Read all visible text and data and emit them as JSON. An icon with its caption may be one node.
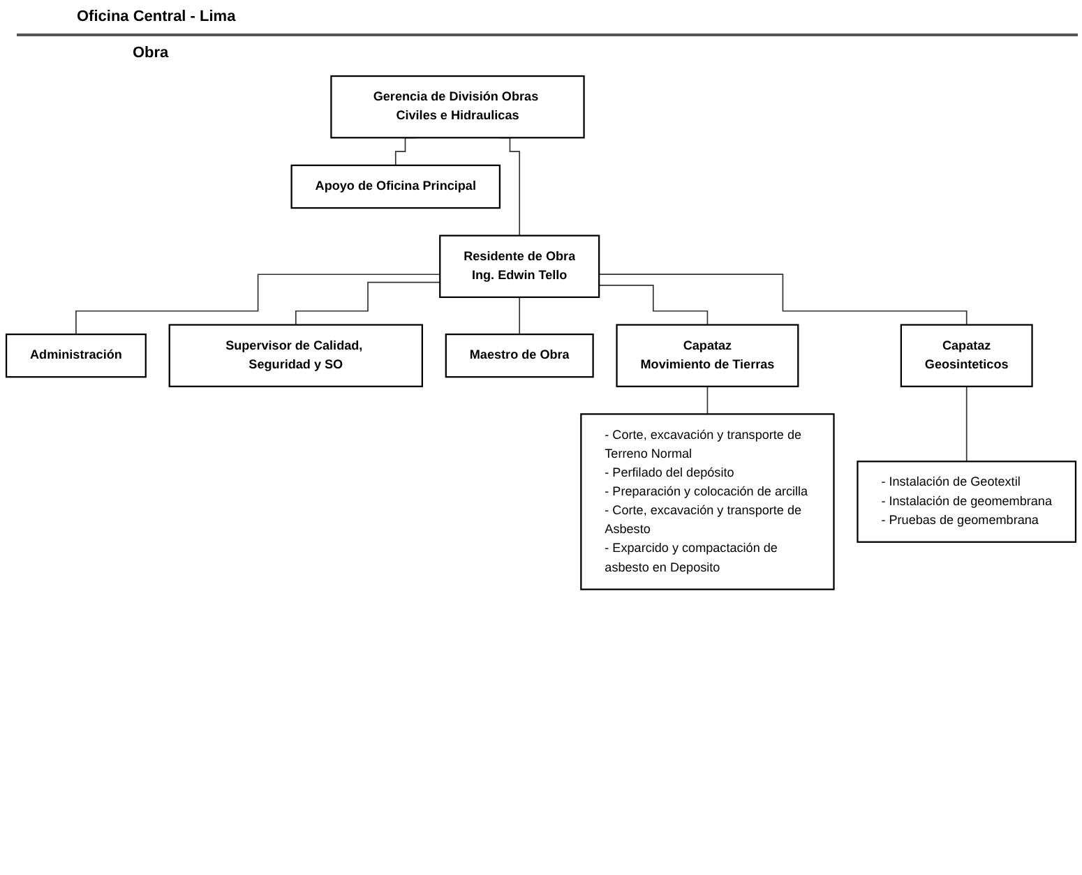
{
  "diagram": {
    "nodes": [
      {
        "text": [
          "Gerencia de División Obras Civiles e Hidraulicas"
        ]
      },
      {
        "text": [
          "Apoyo de Oficina Principal"
        ]
      },
      {
        "text": [
          "Residente de Obra",
          "Ing. Edwin Tello"
        ]
      },
      {
        "text": [
          "Administración"
        ]
      },
      {
        "text": [
          "Supervisor de Calidad, Seguridad y SO"
        ]
      },
      {
        "text": [
          "Maestro de Obra"
        ]
      },
      {
        "text": [
          "Capataz",
          "Movimiento de Tierras"
        ]
      },
      {
        "text": [
          "- Corte, excavación y transporte de Terreno Normal",
          "- Perfilado del depósito",
          "- Preparación y colocación de arcilla",
          "- Corte, excavación y transporte de Asbesto",
          "- Exparcido y compactación de asbesto en Deposito"
        ]
      },
      {
        "text": [
          "Capataz",
          "Geosinteticos"
        ]
      },
      {
        "text": [
          "- Instalación de Geotextil",
          "- Instalación de geomembrana",
          "- Pruebas de geomembrana"
        ]
      }
    ],
    "edges": [
      {
        "from": 0,
        "to": 1,
        "arrow": "none"
      },
      {
        "from": 0,
        "to": 2,
        "arrow": "none"
      },
      {
        "from": 2,
        "to": 3,
        "arrow": "none"
      },
      {
        "from": 2,
        "to": 4,
        "arrow": "none"
      },
      {
        "from": 2,
        "to": 5,
        "arrow": "none"
      },
      {
        "from": 2,
        "to": 6,
        "arrow": "none"
      },
      {
        "from": 2,
        "to": 8,
        "arrow": "none"
      },
      {
        "from": 6,
        "to": 7,
        "arrow": "none"
      },
      {
        "from": 8,
        "to": 9,
        "arrow": "none"
      }
    ],
    "labels": [
      "Oficina Central - Lima",
      "Obra"
    ]
  }
}
